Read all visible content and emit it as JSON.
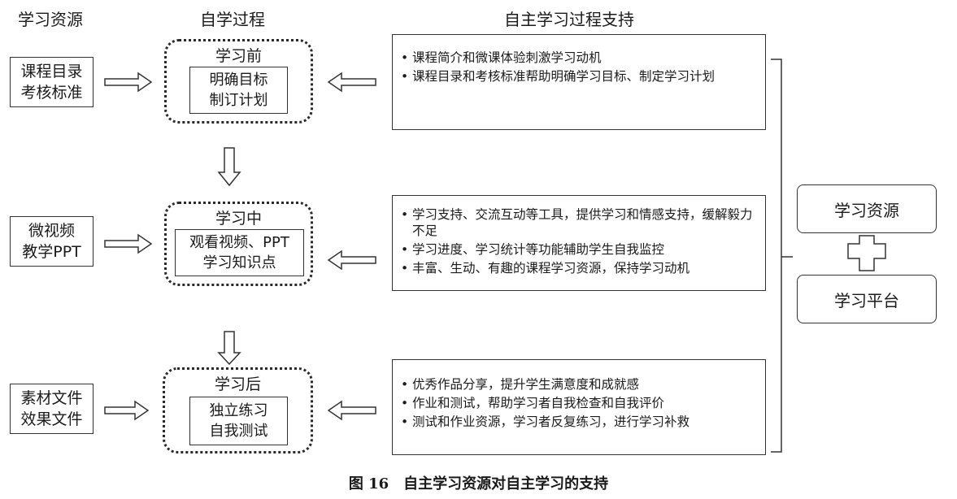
{
  "headers": {
    "resources": "学习资源",
    "process": "自学过程",
    "support": "自主学习过程支持"
  },
  "resources": [
    {
      "line1": "课程目录",
      "line2": "考核标准"
    },
    {
      "line1": "微视频",
      "line2": "教学PPT"
    },
    {
      "line1": "素材文件",
      "line2": "效果文件"
    }
  ],
  "stages": [
    {
      "title": "学习前",
      "line1": "明确目标",
      "line2": "制订计划"
    },
    {
      "title": "学习中",
      "line1": "观看视频、PPT",
      "line2": "学习知识点"
    },
    {
      "title": "学习后",
      "line1": "独立练习",
      "line2": "自我测试"
    }
  ],
  "supports": [
    {
      "items": [
        "课程简介和微课体验刺激学习动机",
        "课程目录和考核标准帮助明确学习目标、制定学习计划"
      ]
    },
    {
      "items": [
        "学习支持、交流互动等工具，提供学习和情感支持，缓解毅力不足",
        "学习进度、学习统计等功能辅助学生自我监控",
        "丰富、生动、有趣的课程学习资源，保持学习动机"
      ]
    },
    {
      "items": [
        "优秀作品分享，提升学生满意度和成就感",
        "作业和测试，帮助学习者自我检查和自我评价",
        "测试和作业资源，学习者反复练习，进行学习补救"
      ]
    }
  ],
  "platform": {
    "resources_label": "学习资源",
    "platform_label": "学习平台"
  },
  "caption": "图 16　自主学习资源对自主学习的支持"
}
